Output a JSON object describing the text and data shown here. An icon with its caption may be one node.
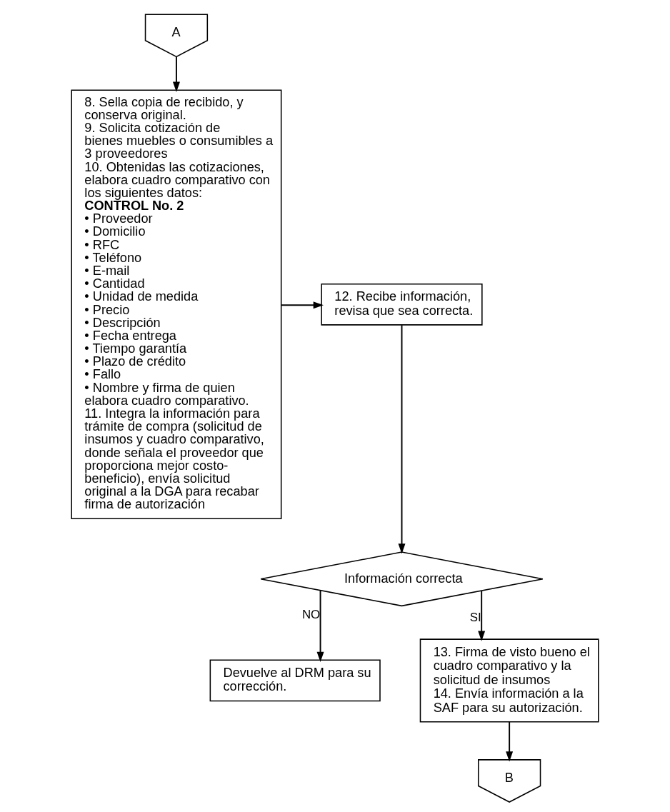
{
  "diagram": {
    "nodes": [
      {
        "text": [
          "A"
        ]
      },
      {
        "text": [
          "8. Sella copia de recibido, y conserva original.",
          "9. Solicita cotización de bienes muebles o consumibles a 3 proveedores",
          "10. Obtenidas las cotizaciones, elabora cuadro comparativo con los siguientes datos:",
          "**CONTROL No. 2**",
          "• Proveedor",
          "• Domicilio",
          "• RFC",
          "• Teléfono",
          "• E-mail",
          "• Cantidad",
          "• Unidad de medida",
          "• Precio",
          "• Descripción",
          "• Fecha entrega",
          "• Tiempo garantía",
          "• Plazo de crédito",
          "• Fallo",
          "• Nombre y firma de quien elabora cuadro comparativo.",
          "11. Integra la información para trámite de compra (solicitud de insumos y cuadro comparativo, donde señala el proveedor que proporciona mejor costo-beneficio), envía solicitud original a la DGA para recabar firma de autorización"
        ]
      },
      {
        "text": [
          "12. Recibe información, revisa que sea correcta."
        ]
      },
      {
        "text": [
          "Información correcta"
        ]
      },
      {
        "text": [
          "Devuelve al DRM para su corrección."
        ]
      },
      {
        "text": [
          "13. Firma de visto bueno el cuadro comparativo y la solicitud de insumos",
          "14. Envía información a la SAF para su autorización."
        ]
      },
      {
        "text": [
          "B"
        ]
      }
    ],
    "edges": [
      {
        "from": 0,
        "to": 1,
        "arrow": "to"
      },
      {
        "from": 1,
        "to": 2,
        "arrow": "to"
      },
      {
        "from": 2,
        "to": 3,
        "arrow": "to"
      },
      {
        "from": 3,
        "to": 4,
        "arrow": "to",
        "label": "NO"
      },
      {
        "from": 3,
        "to": 5,
        "arrow": "to",
        "label": "SI"
      },
      {
        "from": 5,
        "to": 6,
        "arrow": "to"
      }
    ]
  }
}
